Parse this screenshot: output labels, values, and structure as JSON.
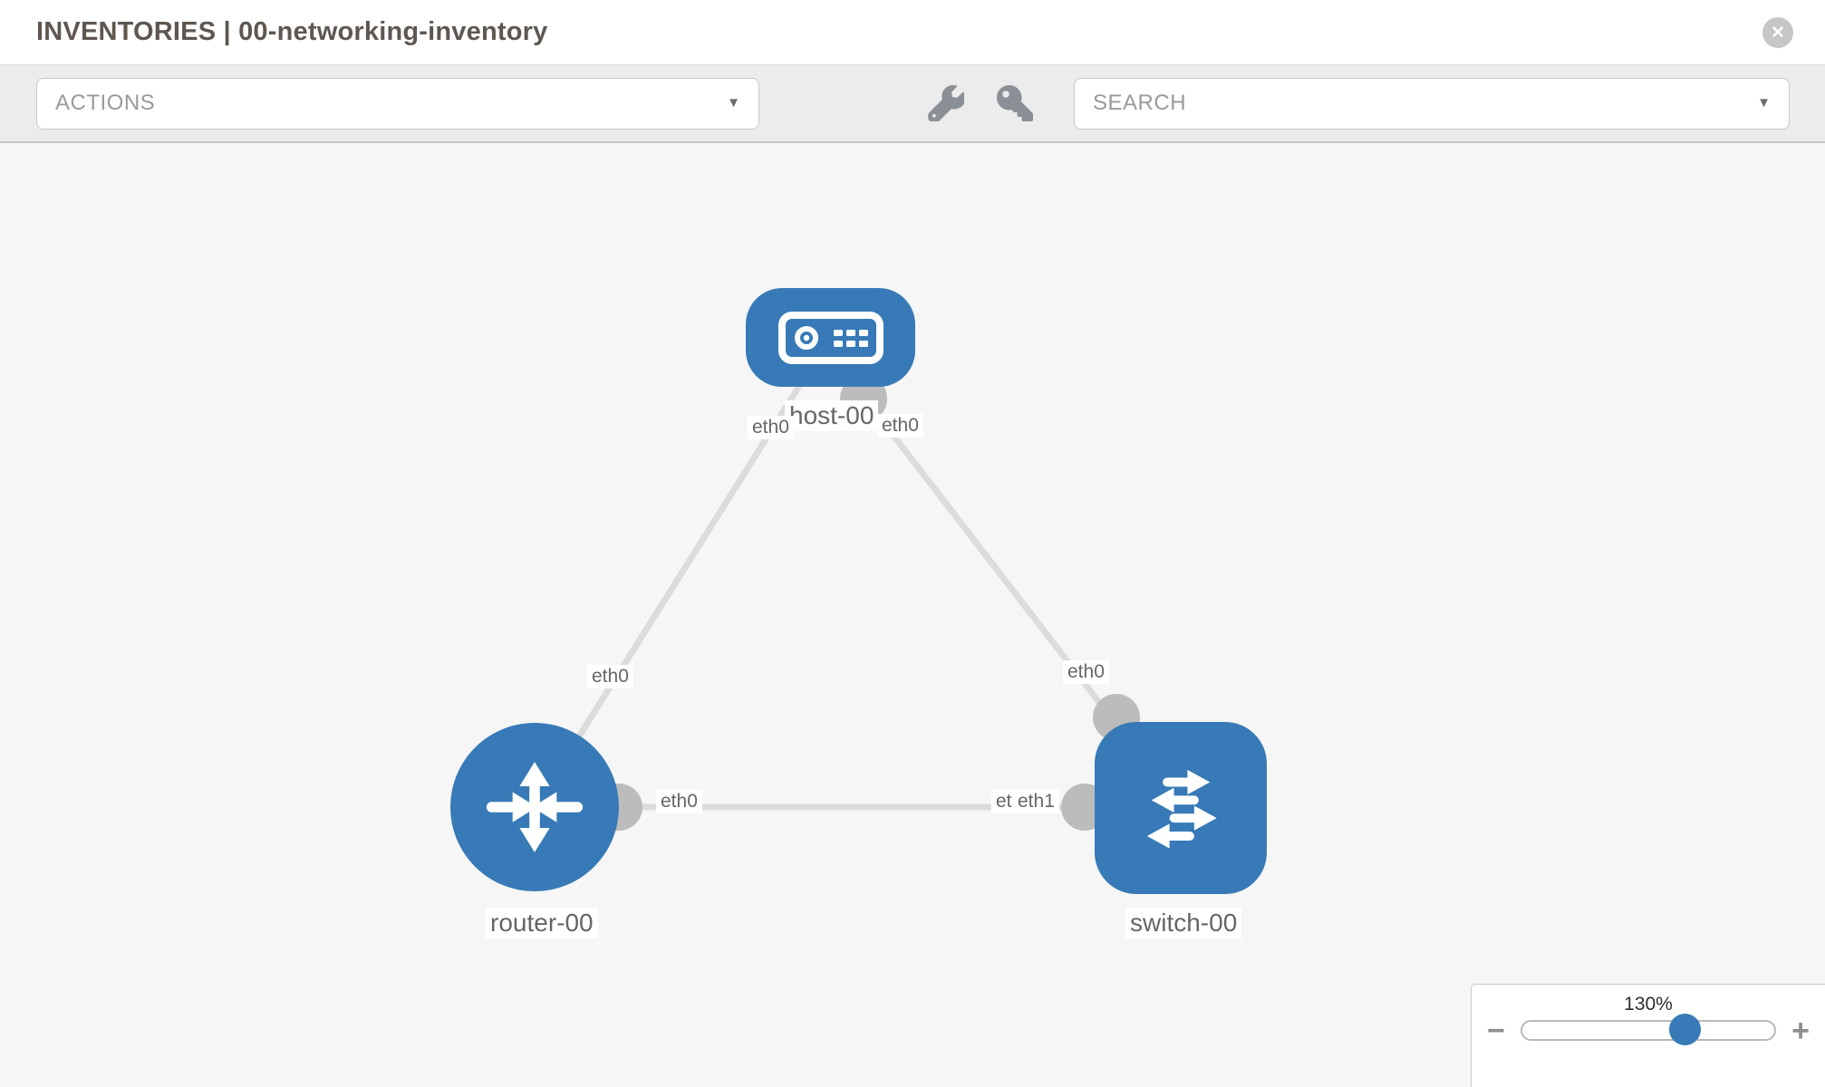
{
  "header": {
    "title": "INVENTORIES | 00-networking-inventory",
    "close_glyph": "✕"
  },
  "toolbar": {
    "actions_label": "ACTIONS",
    "search_placeholder": "SEARCH",
    "caret_glyph": "▼",
    "icons": [
      "wrench-icon",
      "key-icon"
    ]
  },
  "topology": {
    "nodes": [
      {
        "id": "host-00",
        "label": "host-00",
        "type": "host"
      },
      {
        "id": "router-00",
        "label": "router-00",
        "type": "router"
      },
      {
        "id": "switch-00",
        "label": "switch-00",
        "type": "switch"
      }
    ],
    "links": [
      {
        "from": "host-00",
        "to": "router-00",
        "from_interface": "eth0",
        "to_interface": "eth0"
      },
      {
        "from": "host-00",
        "to": "switch-00",
        "from_interface": "eth0",
        "to_interface": "eth0"
      },
      {
        "from": "router-00",
        "to": "switch-00",
        "from_interface": "eth0",
        "to_interface": "eth1"
      }
    ],
    "port_labels": {
      "host_left": "eth0",
      "host_right": "eth0",
      "router_uplink": "eth0",
      "switch_uplink": "eth0",
      "horizontal_router_end": "eth0",
      "horizontal_switch_back": "eth1",
      "horizontal_switch_front": "eth1"
    }
  },
  "zoom_control": {
    "level": "130%",
    "minus_glyph": "−",
    "plus_glyph": "+",
    "thumb_percent": 64.5
  },
  "colors": {
    "node_blue": "#377ab7",
    "port_gray": "#bcbcbc",
    "link_gray": "#dcdcdc",
    "canvas_bg": "#f6f6f6",
    "toolbar_bg": "#ececec",
    "title_text": "#5e5751",
    "muted_text": "#9a9a9a",
    "label_text": "#666666",
    "icon_gray": "#8b9096",
    "close_gray": "#c6c6c6",
    "slider_thumb": "#377ab7"
  }
}
